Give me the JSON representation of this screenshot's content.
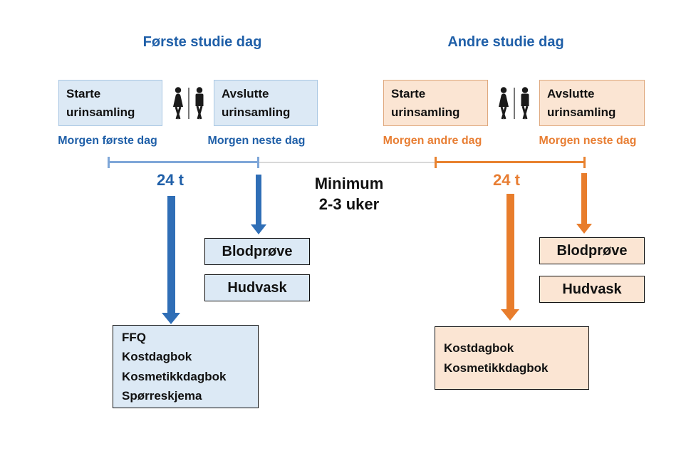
{
  "colors": {
    "blue-text": "#1F5FA8",
    "blue-arrow": "#2F6EB6",
    "blue-line": "#7EA6D8",
    "blue-fill": "#DCE9F5",
    "blue-border": "#A9C7E3",
    "orange-text": "#E87E33",
    "orange-arrow": "#E87D2C",
    "orange-line": "#E8822F",
    "orange-fill": "#FBE5D3",
    "orange-border": "#DFA87D",
    "gray-line": "#D9D9D9"
  },
  "day1": {
    "heading": "Første studie dag",
    "start_box": {
      "line1": "Starte",
      "line2": "urinsamling"
    },
    "end_box": {
      "line1": "Avslutte",
      "line2": "urinsamling"
    },
    "start_label": "Morgen første dag",
    "end_label": "Morgen neste dag",
    "duration_label": "24 t",
    "blood_box": "Blodprøve",
    "skin_box": "Hudvask",
    "forms_box": {
      "lines": [
        "FFQ",
        "Kostdagbok",
        "Kosmetikkdagbok",
        "Spørreskjema"
      ]
    }
  },
  "interval": {
    "line1": "Minimum",
    "line2": "2-3 uker"
  },
  "day2": {
    "heading": "Andre studie dag",
    "start_box": {
      "line1": "Starte",
      "line2": "urinsamling"
    },
    "end_box": {
      "line1": "Avslutte",
      "line2": "urinsamling"
    },
    "start_label": "Morgen andre dag",
    "end_label": "Morgen neste dag",
    "duration_label": "24 t",
    "blood_box": "Blodprøve",
    "skin_box": "Hudvask",
    "forms_box": {
      "lines": [
        "Kostdagbok",
        "Kosmetikkdagbok"
      ]
    }
  }
}
